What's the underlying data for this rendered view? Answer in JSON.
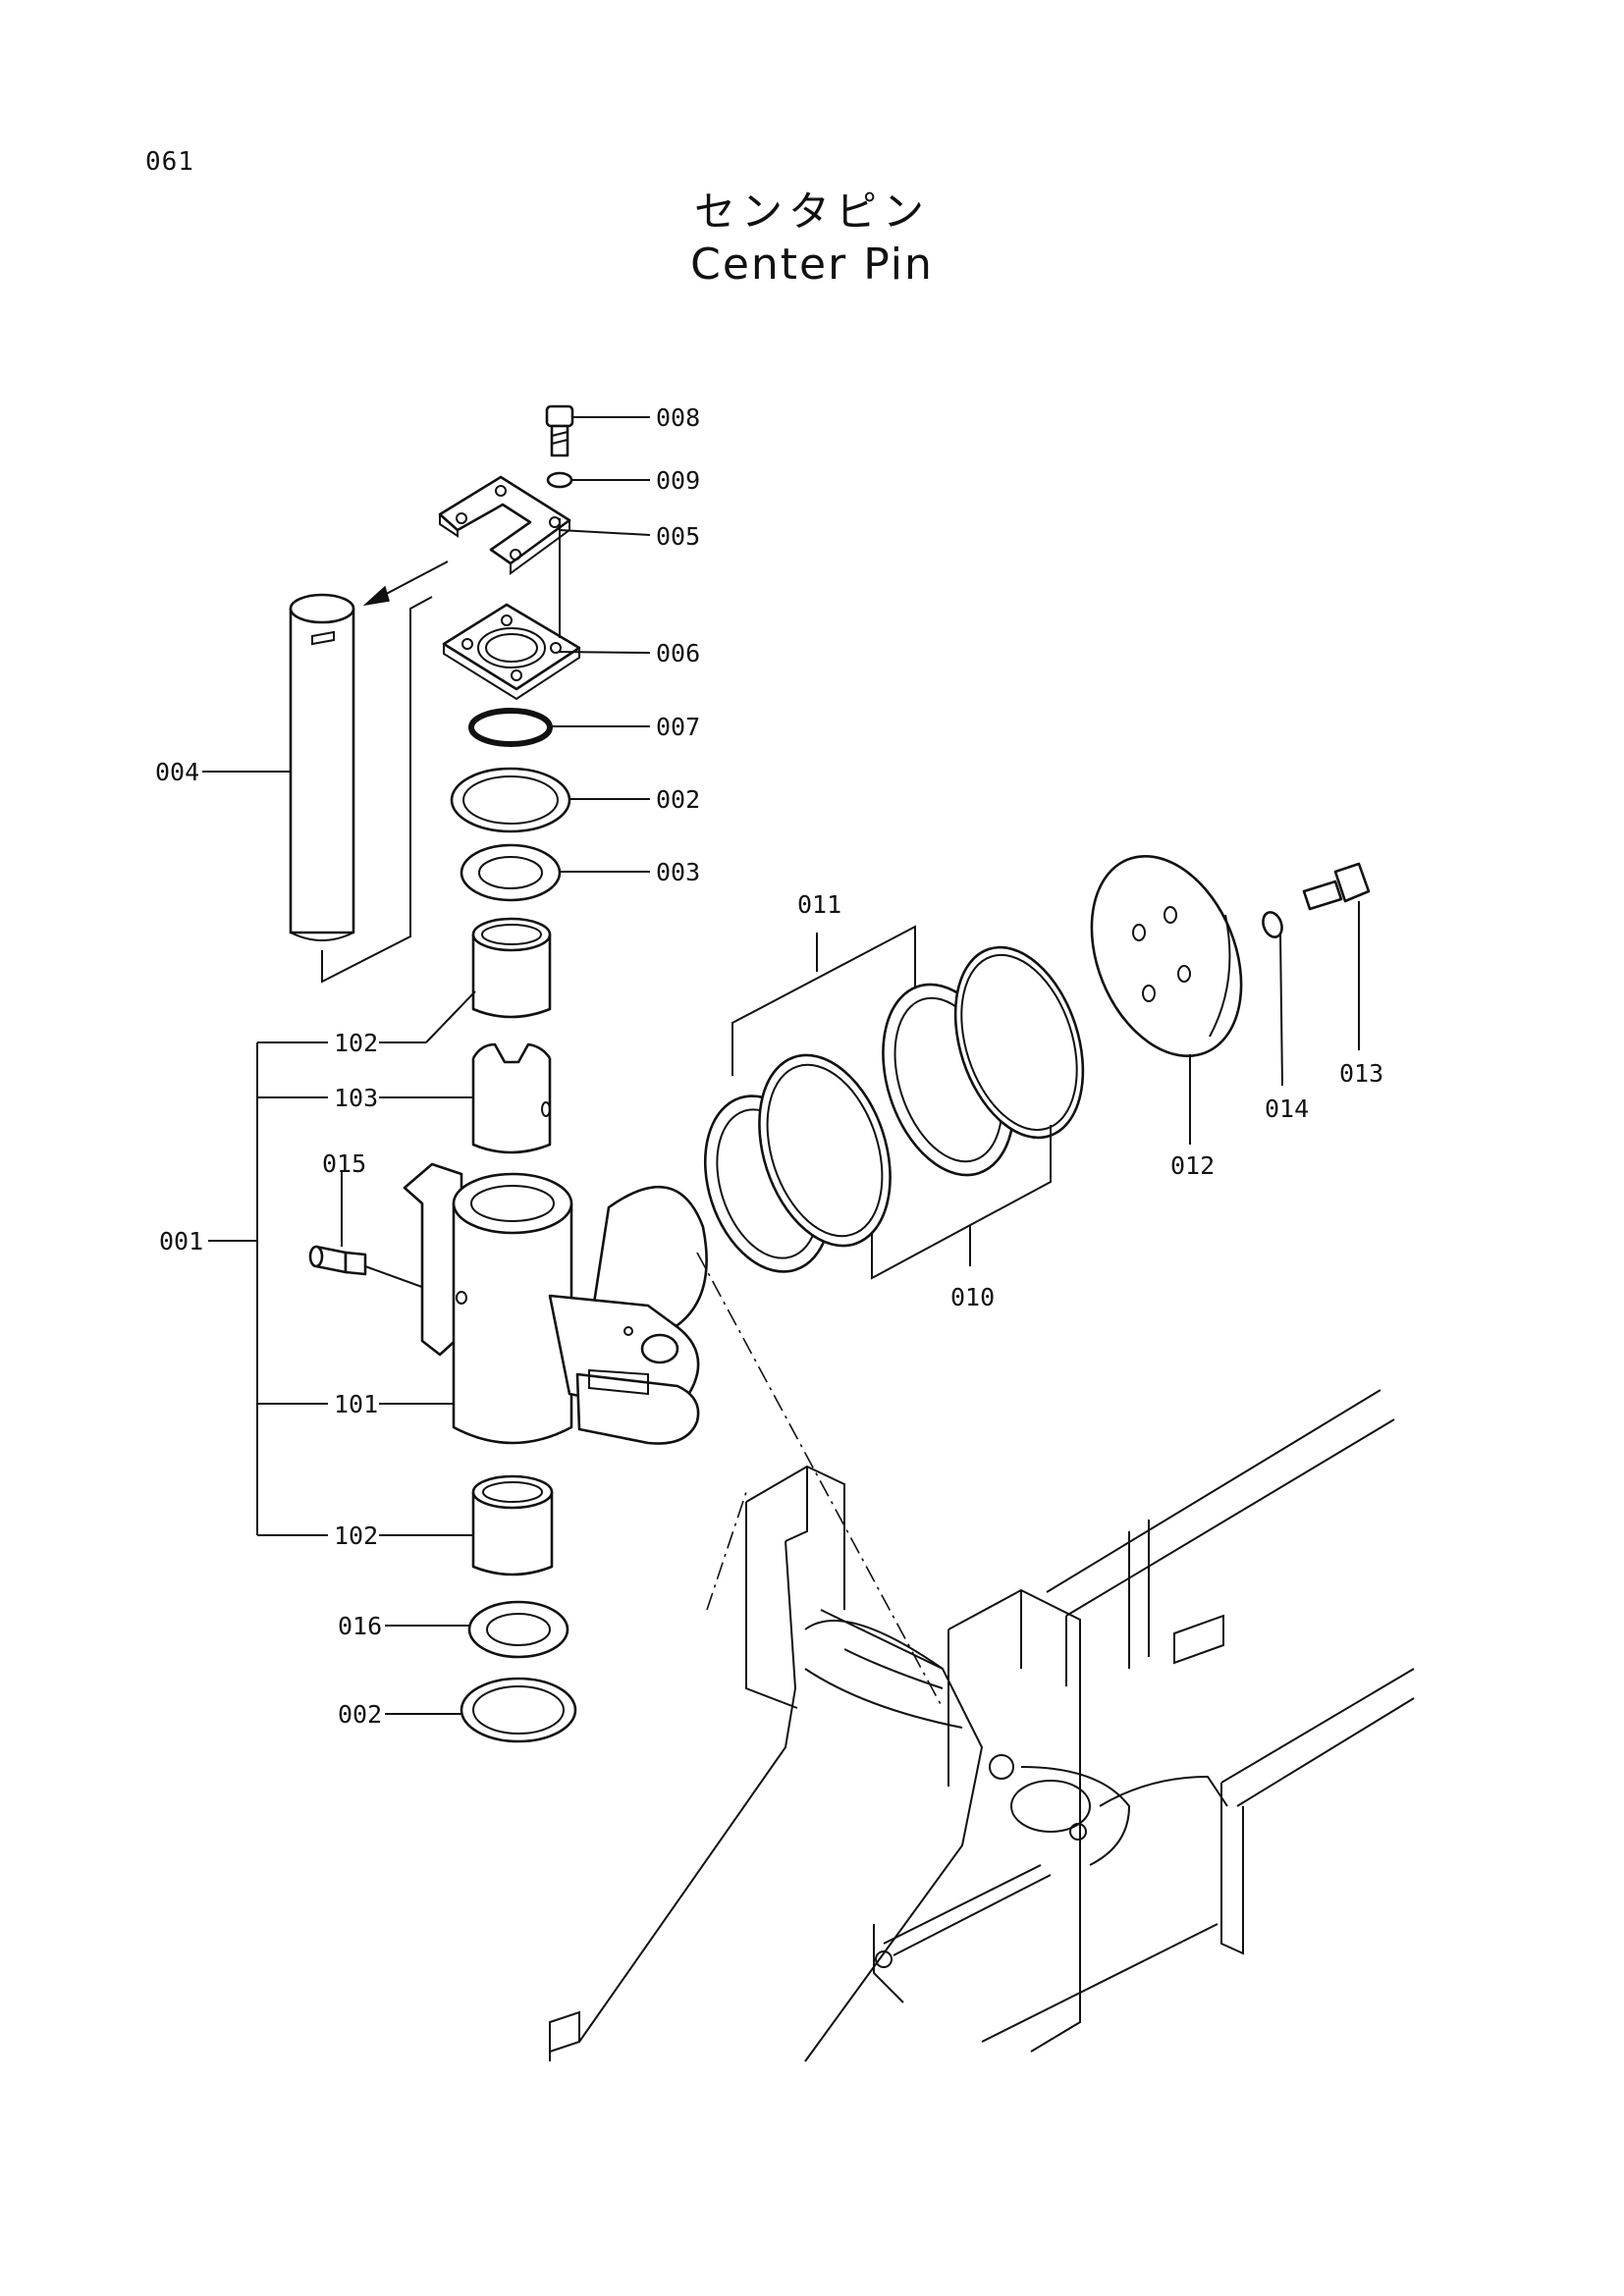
{
  "header": {
    "page_number": "061",
    "title_jp": "センタピン",
    "title_en": "Center Pin"
  },
  "labels": {
    "p008": "008",
    "p009": "009",
    "p005": "005",
    "p006": "006",
    "p007": "007",
    "p002a": "002",
    "p003": "003",
    "p004": "004",
    "p011": "011",
    "p010": "010",
    "p012": "012",
    "p013": "013",
    "p014": "014",
    "p102a": "102",
    "p103": "103",
    "p015": "015",
    "p001": "001",
    "p101": "101",
    "p102b": "102",
    "p016": "016",
    "p002b": "002"
  }
}
